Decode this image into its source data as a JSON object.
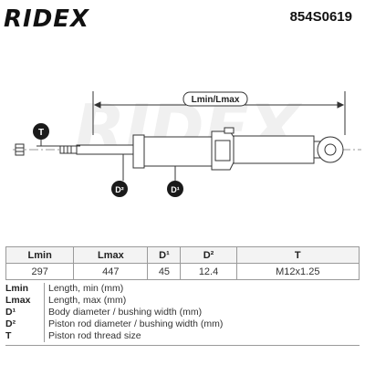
{
  "header": {
    "brand": "RIDEX",
    "part_number": "854S0619"
  },
  "drawing": {
    "dimension_label": "Lmin/Lmax",
    "callouts": {
      "t": "T",
      "d2": "D²",
      "d1": "D¹"
    }
  },
  "table": {
    "headers": [
      "Lmin",
      "Lmax",
      "D¹",
      "D²",
      "T"
    ],
    "values": [
      "297",
      "447",
      "45",
      "12.4",
      "M12x1.25"
    ]
  },
  "legend": [
    {
      "key": "Lmin",
      "desc": "Length, min (mm)"
    },
    {
      "key": "Lmax",
      "desc": "Length, max (mm)"
    },
    {
      "key": "D¹",
      "desc": "Body diameter / bushing width (mm)"
    },
    {
      "key": "D²",
      "desc": "Piston rod diameter / bushing width (mm)"
    },
    {
      "key": "T",
      "desc": "Piston rod thread size"
    }
  ]
}
